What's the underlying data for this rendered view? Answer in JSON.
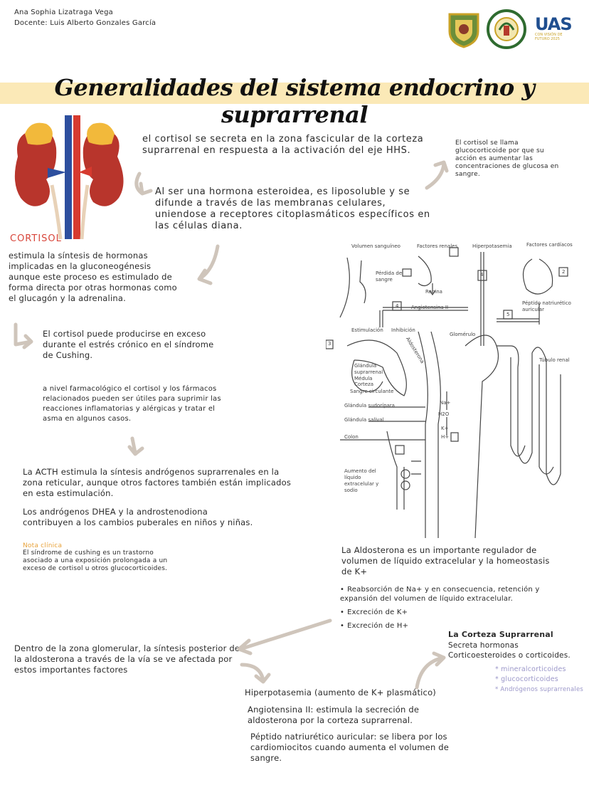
{
  "header": {
    "author": "Ana Sophia Lizatraga Vega",
    "teacher": "Docente: Luis Alberto Gonzales García",
    "logo_uas": "UAS",
    "logo_uas_sub": "CON VISIÓN DE FUTURO 2025"
  },
  "title": "Generalidades del sistema endocrino y suprarrenal",
  "cortisol_label": "CORTISOL",
  "blocks": {
    "cortisol_secretion": "el cortisol se secreta en la zona fascicular de la corteza suprarrenal en respuesta a la activación del eje HHS.",
    "glucocorticoide": "El cortisol se llama glucocorticoide por que su acción es aumentar las concentraciones de glucosa en sangre.",
    "liposoluble": "Al ser una hormona esteroidea, es liposoluble y se difunde a través de las membranas celulares, uniendose a receptores citoplasmáticos específicos en las células diana.",
    "gluconeogenesis": "estimula la síntesis de hormonas implicadas en la gluconeogénesis aunque este proceso es estimulado de forma directa por otras hormonas como el glucagón y la adrenalina.",
    "cushing": "El cortisol puede producirse en exceso durante el estrés crónico en el síndrome de Cushing.",
    "farmacologico": "a nivel farmacológico el cortisol y los fármacos relacionados pueden ser útiles para suprimir las reacciones inflamatorias y alérgicas y tratar el asma en algunos casos.",
    "acth": "La ACTH estimula la síntesis andrógenos suprarrenales en la zona reticular, aunque otros factores también están implicados en esta estimulación.",
    "androgenos": "Los andrógenos DHEA y la androstenodiona contribuyen a los cambios puberales en niños y niñas.",
    "nota_label": "Nota clínica",
    "nota_text": "El síndrome de cushing es un trastorno asociado a una exposición prolongada a un exceso de cortisol u otros glucocorticoides.",
    "aldosterona": "La Aldosterona es un importante regulador de volumen de líquido extracelular y la homeostasis de K+",
    "aldo_bullets": [
      "Reabsorción de Na+ y en consecuencia, retención y expansión del volumen de líquido extracelular.",
      "Excreción de K+",
      "Excreción de H+"
    ],
    "glomerular": "Dentro de la zona glomerular, la síntesis posterior de la aldosterona a través de la vía se ve afectada por estos importantes factores",
    "hiperpotasemia": "Hiperpotasemia (aumento de K+ plasmático)",
    "angiotensina": "Angiotensina II: estimula la secreción de aldosterona por la corteza suprarrenal.",
    "peptido": "Péptido natriurético auricular: se libera por los cardiomiocitos cuando aumenta el volumen de sangre.",
    "corteza_title": "La Corteza Suprarrenal",
    "corteza_text": "Secreta hormonas Corticoesteroides o corticoides.",
    "corteza_list": [
      "* mineralcorticoides",
      "* glucocorticoides",
      "* Andrógenos suprarrenales"
    ]
  },
  "diagram": {
    "labels": {
      "volumen": "Volumen sanguíneo",
      "factores_renales": "Factores renales",
      "hiperpotasemia": "Hiperpotasemia",
      "factores_cardiacos": "Factores cardíacos",
      "perdida": "Pérdida de sangre",
      "renina": "Renina",
      "angiotensina": "Angiotensina II",
      "peptido": "Péptido natriurético auricular",
      "estimulacion": "Estimulación",
      "inhibicion": "Inhibición",
      "glomerulo": "Glomérulo",
      "tubulo": "Túbulo renal",
      "glandula": "Glándula suprarrenal",
      "medula": "Médula",
      "corteza": "Corteza",
      "aldosterona": "Aldosterona",
      "sangre": "Sangre circulante",
      "sudoripara": "Glándula sudorípara",
      "salival": "Glándula salival",
      "colon": "Colon",
      "aumento": "Aumento del líquido extracelular y sodio",
      "n1": "1",
      "n2": "2",
      "n3": "3",
      "n4": "4",
      "n5": "5",
      "na": "Na+",
      "k": "K+",
      "h2o": "H2O",
      "h": "H+"
    }
  }
}
